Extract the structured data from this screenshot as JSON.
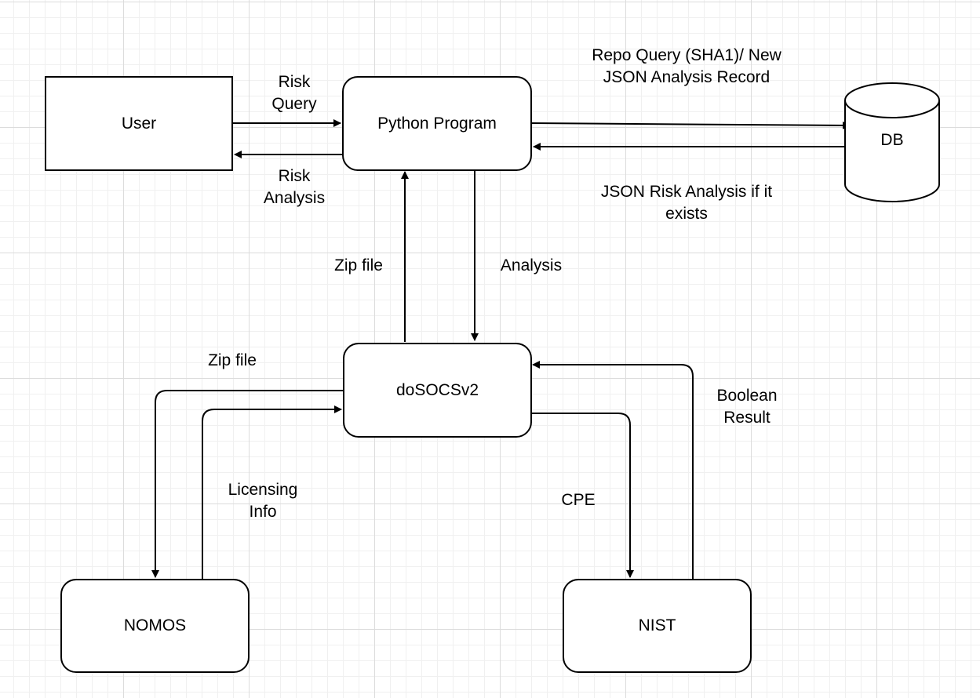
{
  "nodes": {
    "user": "User",
    "python_program": "Python Program",
    "db": "DB",
    "dosocsv2": "doSOCSv2",
    "nomos": "NOMOS",
    "nist": "NIST"
  },
  "edges": {
    "risk_query": "Risk\nQuery",
    "risk_analysis": "Risk\nAnalysis",
    "repo_query": "Repo Query (SHA1)/ New\nJSON Analysis Record",
    "json_risk_analysis": "JSON Risk Analysis if it\nexists",
    "zip_file_up": "Zip file",
    "analysis": "Analysis",
    "zip_file_left": "Zip file",
    "licensing_info": "Licensing\nInfo",
    "cpe": "CPE",
    "boolean_result": "Boolean\nResult"
  }
}
